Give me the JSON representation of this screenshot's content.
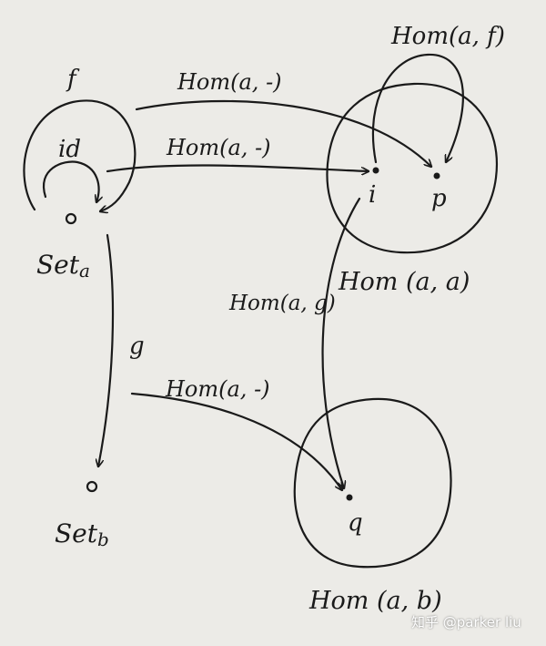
{
  "nodes": {
    "set_a": "Set",
    "set_a_sub": "a",
    "set_b": "Set",
    "set_b_sub": "b",
    "elem_i": "i",
    "elem_p": "p",
    "elem_q": "q"
  },
  "arrows": {
    "f": "f",
    "id": "id",
    "g": "g",
    "hom_a_f": "Hom(a, f)",
    "hom_a_dash_top": "Hom(a, -)",
    "hom_a_dash_mid": "Hom(a, -)",
    "hom_a_dash_low": "Hom(a, -)",
    "hom_a_g": "Hom(a, g)"
  },
  "sets": {
    "hom_a_a": "Hom (a, a)",
    "hom_a_b": "Hom (a, b)"
  },
  "watermark": "知乎 @parker liu"
}
